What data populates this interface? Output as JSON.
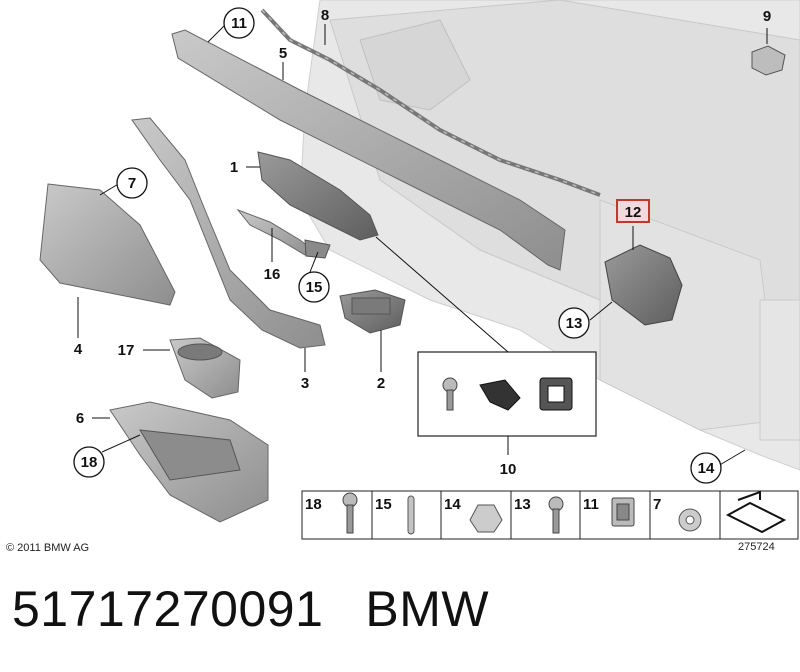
{
  "callouts": [
    "1",
    "2",
    "3",
    "4",
    "5",
    "6",
    "7",
    "8",
    "9",
    "10",
    "11",
    "12",
    "13",
    "14",
    "15",
    "16",
    "17",
    "18"
  ],
  "legend": [
    "18",
    "15",
    "14",
    "13",
    "11",
    "7"
  ],
  "copyright": "© 2011 BMW AG",
  "drawing_number": "275724",
  "footer": {
    "part_number": "51717270091",
    "brand": "BMW"
  },
  "colors": {
    "highlight": "#c0392b",
    "highlight_bg": "#f3d9df",
    "part_fill": "#a9a9a9",
    "door_fill": "#e6e6e6"
  }
}
